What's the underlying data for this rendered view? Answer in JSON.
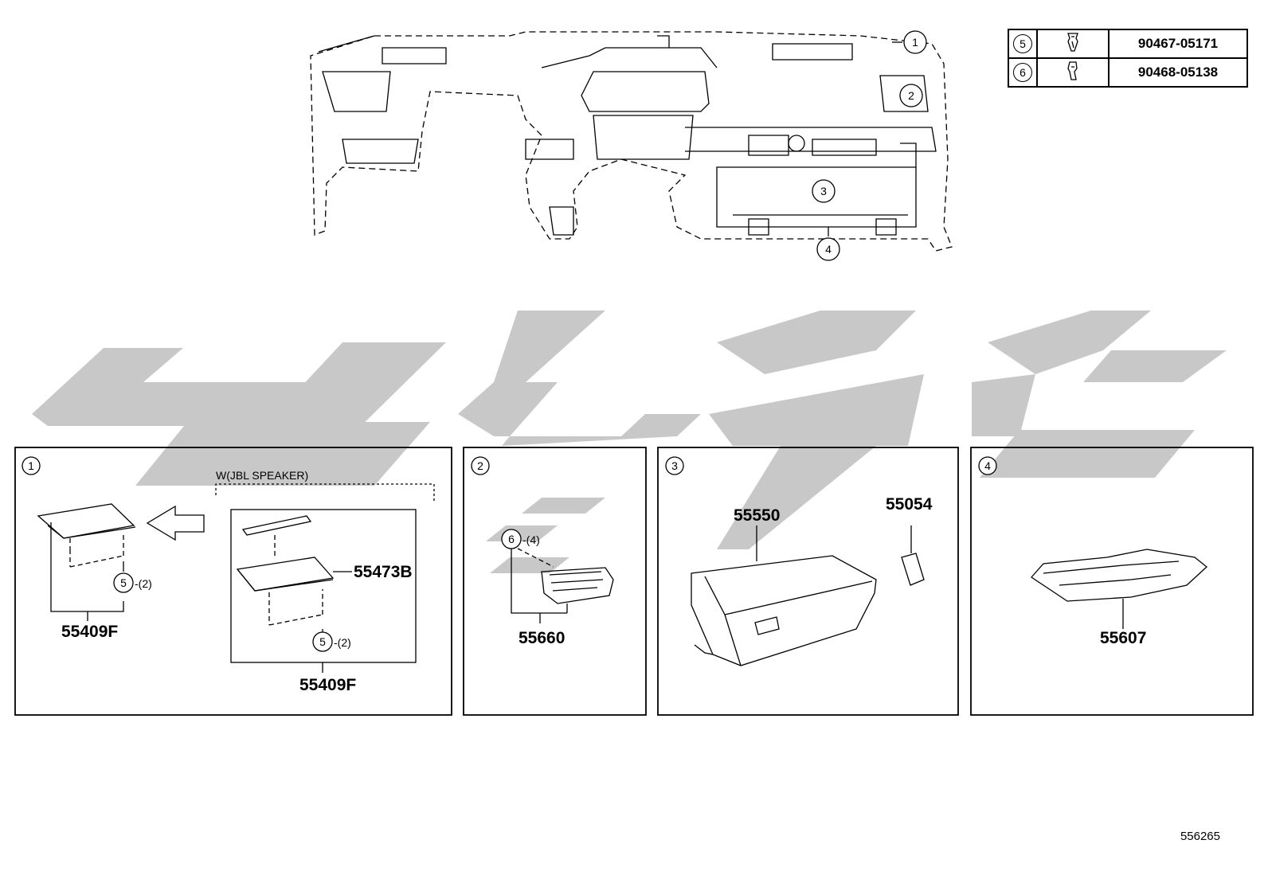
{
  "parts_table": [
    {
      "ref": "5",
      "icon": "clip-icon",
      "part_no": "90467-05171"
    },
    {
      "ref": "6",
      "icon": "clip-icon",
      "part_no": "90468-05138"
    }
  ],
  "overview_callouts": [
    "1",
    "2",
    "3",
    "4"
  ],
  "panels": [
    {
      "id": "1",
      "condition_label": "W(JBL SPEAKER)",
      "labels": {
        "part_left": "55409F",
        "clip_left": "5",
        "clip_left_qty": "-(2)",
        "part_insert": "55473B",
        "clip_right": "5",
        "clip_right_qty": "-(2)",
        "part_right": "55409F"
      }
    },
    {
      "id": "2",
      "labels": {
        "clip": "6",
        "clip_qty": "-(4)",
        "part": "55660"
      }
    },
    {
      "id": "3",
      "labels": {
        "part_a": "55550",
        "part_b": "55054"
      }
    },
    {
      "id": "4",
      "labels": {
        "part": "55607"
      }
    }
  ],
  "diagram_id": "556265"
}
